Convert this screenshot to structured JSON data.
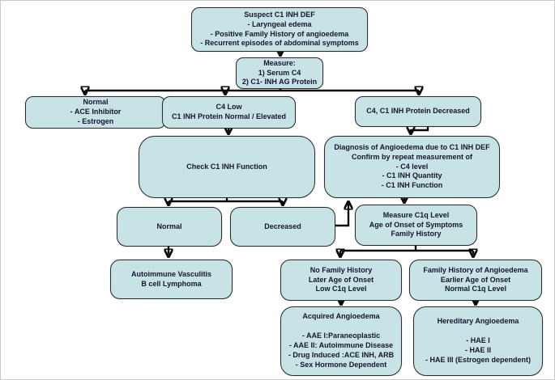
{
  "diagram": {
    "title": "Suspect C1 INH DEF diagnostic flowchart",
    "type": "flowchart",
    "colors": {
      "node_fill": "#c7e3e6",
      "node_border": "#2b2b2b",
      "text": "#15152e",
      "connector": "#0a0a0a",
      "background": "#ffffff"
    },
    "nodes": {
      "suspect": {
        "lines": [
          "Suspect C1 INH DEF",
          "- Laryngeal edema",
          "- Positive Family History of angioedema",
          "- Recurrent episodes of abdominal symptoms"
        ]
      },
      "measure": {
        "lines": [
          "Measure:",
          "1) Serum C4",
          "2) C1- INH AG Protein"
        ]
      },
      "normal_ace": {
        "lines": [
          "Normal",
          "- ACE Inhibitor",
          "- Estrogen"
        ]
      },
      "c4_low": {
        "lines": [
          "C4 Low",
          "C1 INH Protein Normal / Elevated"
        ]
      },
      "c4_c1inh_decreased": {
        "lines": [
          "C4, C1 INH Protein Decreased"
        ]
      },
      "check_function": {
        "lines": [
          "Check C1 INH Function"
        ]
      },
      "diagnosis": {
        "lines": [
          "Diagnosis of Angioedema due to C1 INH DEF",
          "Confirm by repeat measurement of",
          "- C4 level",
          "- C1 INH Quantity",
          "- C1 INH Function"
        ]
      },
      "function_normal": {
        "lines": [
          "Normal"
        ]
      },
      "function_decreased": {
        "lines": [
          "Decreased"
        ]
      },
      "measure_c1q": {
        "lines": [
          "Measure C1q Level",
          "Age of Onset of Symptoms",
          "Family History"
        ]
      },
      "autoimmune": {
        "lines": [
          "Autoimmune Vasculitis",
          "B cell Lymphoma"
        ]
      },
      "no_family": {
        "lines": [
          "No Family History",
          "Later Age of Onset",
          "Low C1q Level"
        ]
      },
      "family": {
        "lines": [
          "Family History of Angioedema",
          "Earlier Age of Onset",
          "Normal C1q Level"
        ]
      },
      "acquired": {
        "lines": [
          "Acquired Angioedema",
          "",
          "- AAE I:Paraneoplastic",
          "- AAE II: Autoimmune Disease",
          "- Drug Induced :ACE INH, ARB",
          "- Sex Hormone Dependent"
        ]
      },
      "hereditary": {
        "lines": [
          "Hereditary Angioedema",
          "",
          "- HAE I",
          "- HAE II",
          "- HAE III (Estrogen dependent)"
        ]
      }
    }
  }
}
